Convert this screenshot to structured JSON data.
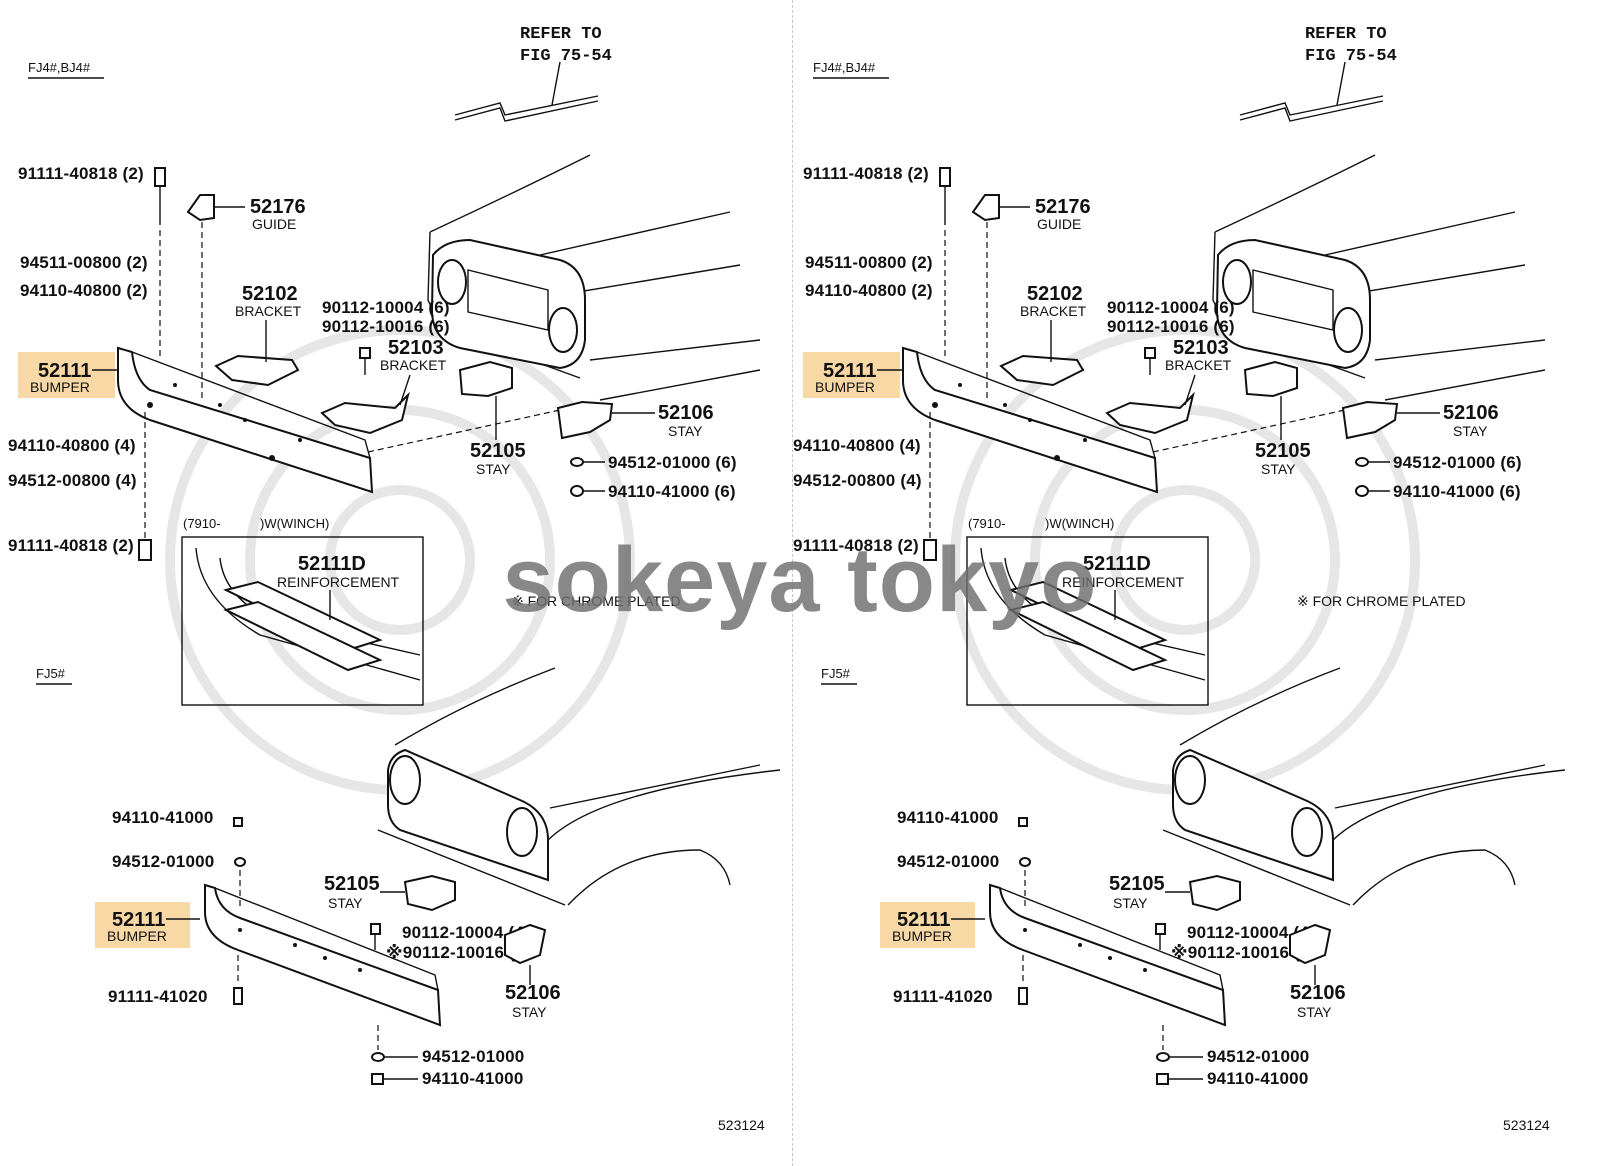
{
  "diagram": {
    "header_variant_top": "FJ4#,BJ4#",
    "header_variant_bottom": "FJ5#",
    "refer_line1": "REFER TO",
    "refer_line2": "FIG 75-54",
    "chrome_note": "※ FOR CHROME PLATED",
    "figure_number": "523124",
    "inset": {
      "date_label": "(7910-",
      "winch_label": ")W(WINCH)",
      "part": "52111D",
      "name": "REINFORCEMENT"
    },
    "top_parts": [
      {
        "pn": "91111-40818 (2)"
      },
      {
        "pn": "52176",
        "name": "GUIDE"
      },
      {
        "pn": "94511-00800 (2)"
      },
      {
        "pn": "94110-40800 (2)"
      },
      {
        "pn": "52102",
        "name": "BRACKET"
      },
      {
        "pn": "90112-10004 (6)"
      },
      {
        "pn": "90112-10016 (6)"
      },
      {
        "pn": "52103",
        "name": "BRACKET"
      },
      {
        "pn": "52111",
        "name": "BUMPER"
      },
      {
        "pn": "52106",
        "name": "STAY"
      },
      {
        "pn": "94110-40800 (4)"
      },
      {
        "pn": "52105",
        "name": "STAY"
      },
      {
        "pn": "94512-01000 (6)"
      },
      {
        "pn": "94512-00800 (4)"
      },
      {
        "pn": "94110-41000 (6)"
      },
      {
        "pn": "91111-40818 (2)"
      }
    ],
    "bottom_parts": [
      {
        "pn": "94110-41000"
      },
      {
        "pn": "94512-01000"
      },
      {
        "pn": "52105",
        "name": "STAY"
      },
      {
        "pn": "52111",
        "name": "BUMPER"
      },
      {
        "pn": "90112-10004 (4)"
      },
      {
        "pn": "※90112-10016 (4)"
      },
      {
        "pn": "91111-41020"
      },
      {
        "pn": "52106",
        "name": "STAY"
      },
      {
        "pn": "94512-01000"
      },
      {
        "pn": "94110-41000"
      }
    ]
  },
  "watermark": "sokeya tokyo",
  "colors": {
    "highlight": "#f8d9a6",
    "ink": "#111111",
    "watermark": "#6e6e6e"
  }
}
